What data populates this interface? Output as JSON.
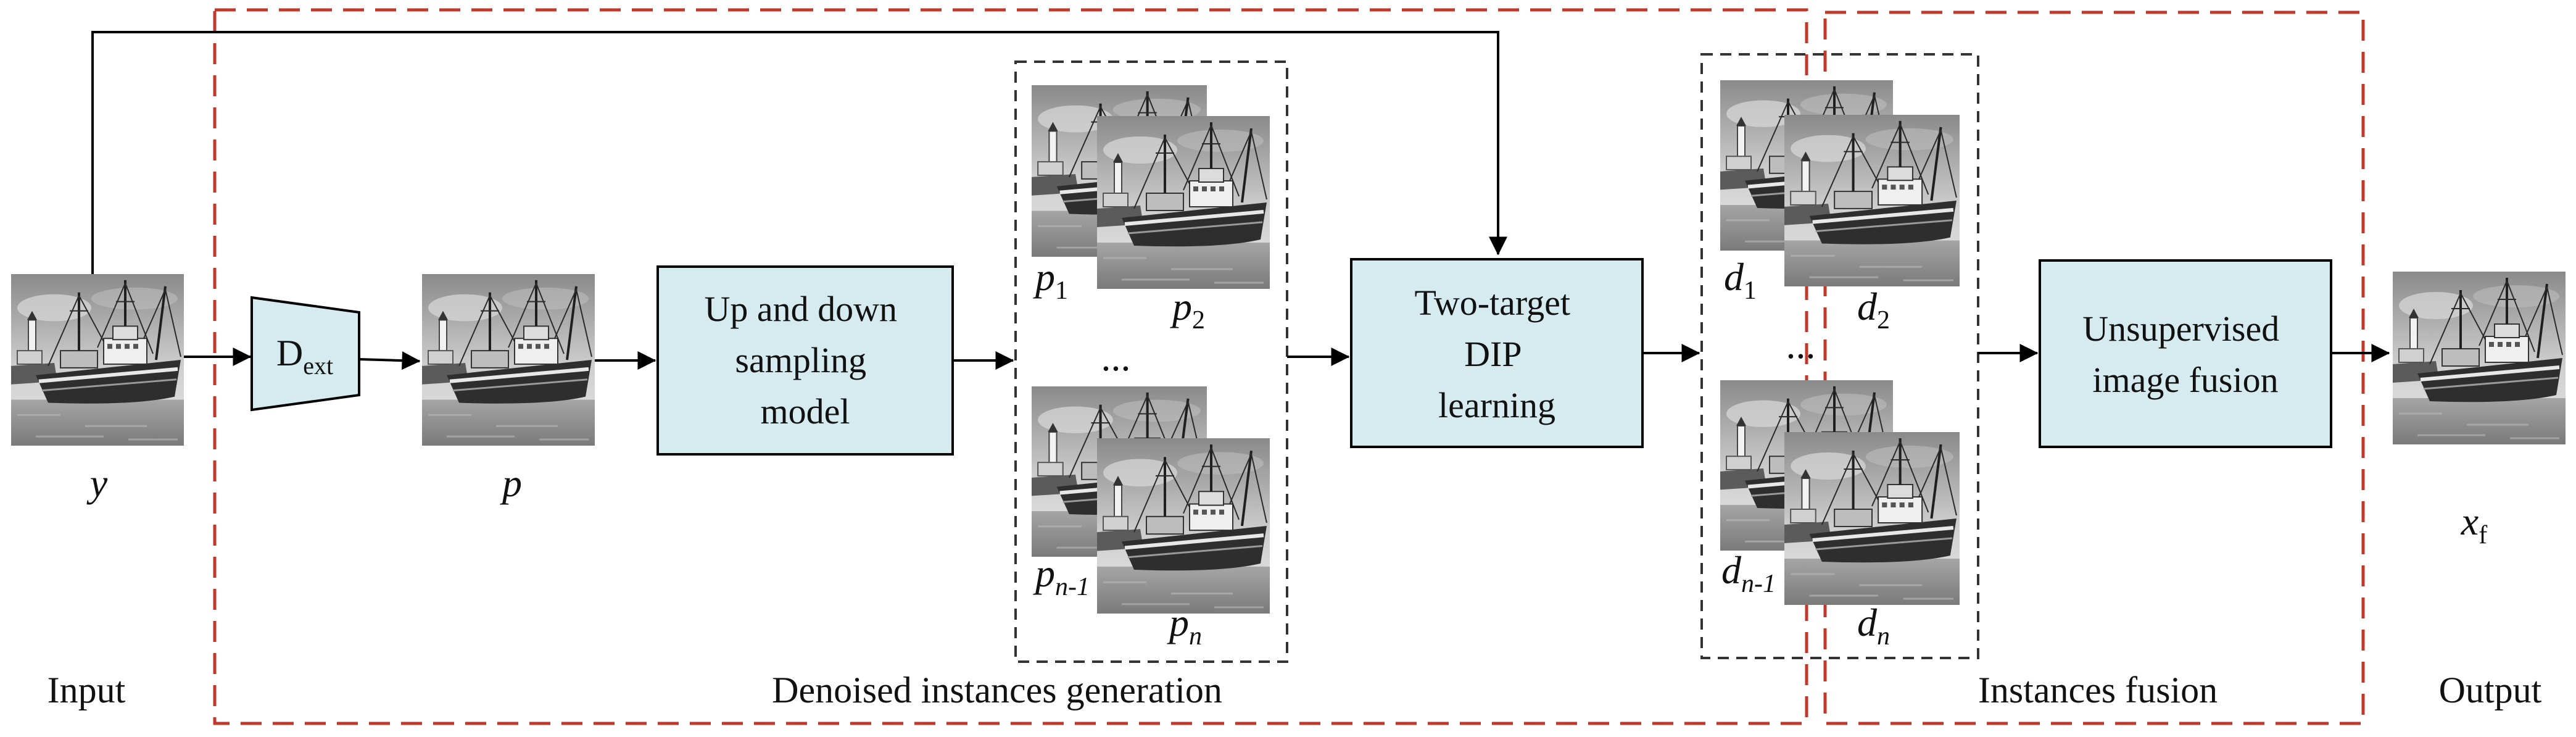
{
  "input": {
    "section_label": "Input",
    "var": "y"
  },
  "extractor": {
    "label": "D",
    "sub": "ext"
  },
  "intermediate": {
    "var": "p"
  },
  "sampling_block": {
    "lines": [
      "Up and down",
      "sampling",
      "model"
    ]
  },
  "instances_p": {
    "labels": [
      {
        "base": "p",
        "sub": "1"
      },
      {
        "base": "p",
        "sub": "2"
      },
      {
        "base": "p",
        "sub": "n-1"
      },
      {
        "base": "p",
        "sub": "n"
      }
    ],
    "ellipsis": "..."
  },
  "dip_block": {
    "lines": [
      "Two-target",
      "DIP",
      "learning"
    ]
  },
  "instances_d": {
    "labels": [
      {
        "base": "d",
        "sub": "1"
      },
      {
        "base": "d",
        "sub": "2"
      },
      {
        "base": "d",
        "sub": "n-1"
      },
      {
        "base": "d",
        "sub": "n"
      }
    ],
    "ellipsis": "..."
  },
  "fusion_block": {
    "lines": [
      "Unsupervised",
      "image fusion"
    ]
  },
  "output": {
    "section_label": "Output",
    "var": "x",
    "sub": "f"
  },
  "sections": {
    "generation": "Denoised instances generation",
    "fusion": "Instances fusion"
  },
  "colors": {
    "block_fill": "#d6ebf0",
    "section_border": "#c0392b",
    "group_border": "#333333"
  },
  "image_subject": "ship-photo"
}
